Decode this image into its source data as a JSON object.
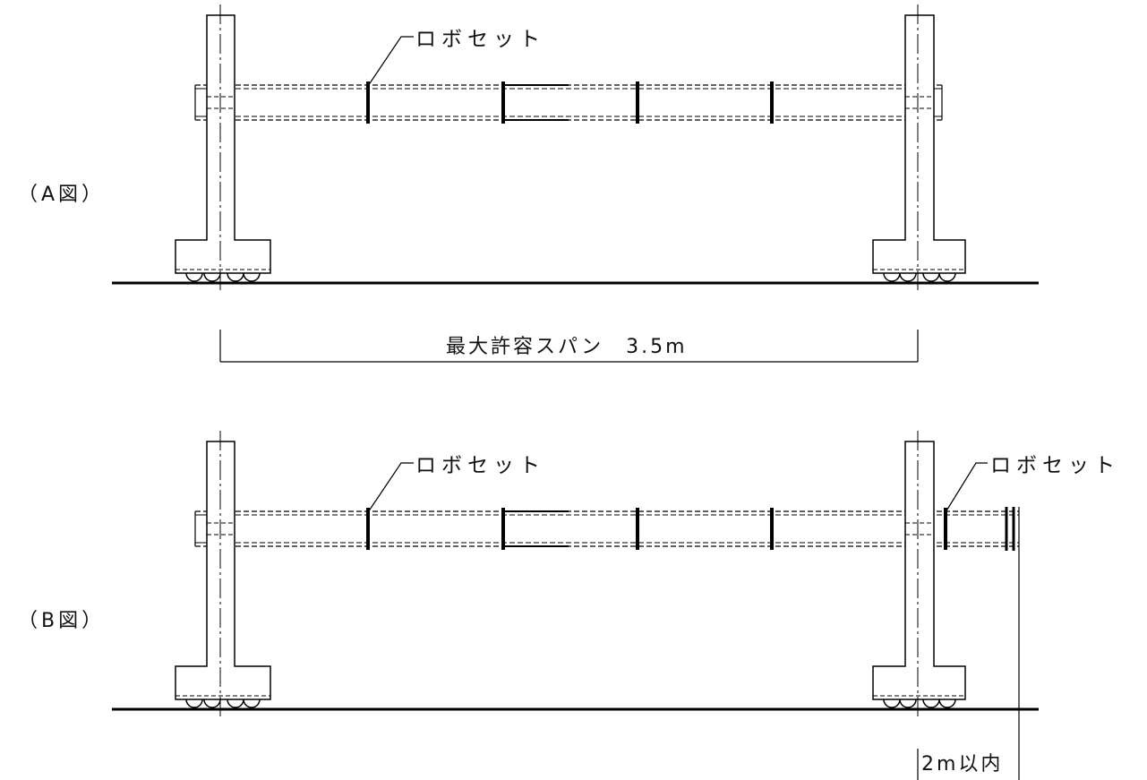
{
  "figure_a": {
    "label": "（A図）",
    "callout": "ロボセット"
  },
  "figure_b": {
    "label": "（B図）",
    "callout_main": "ロボセット",
    "callout_right": "ロボセット"
  },
  "dimensions": {
    "span": "最大許容スパン　3.5m",
    "overhang": "2m以内"
  }
}
